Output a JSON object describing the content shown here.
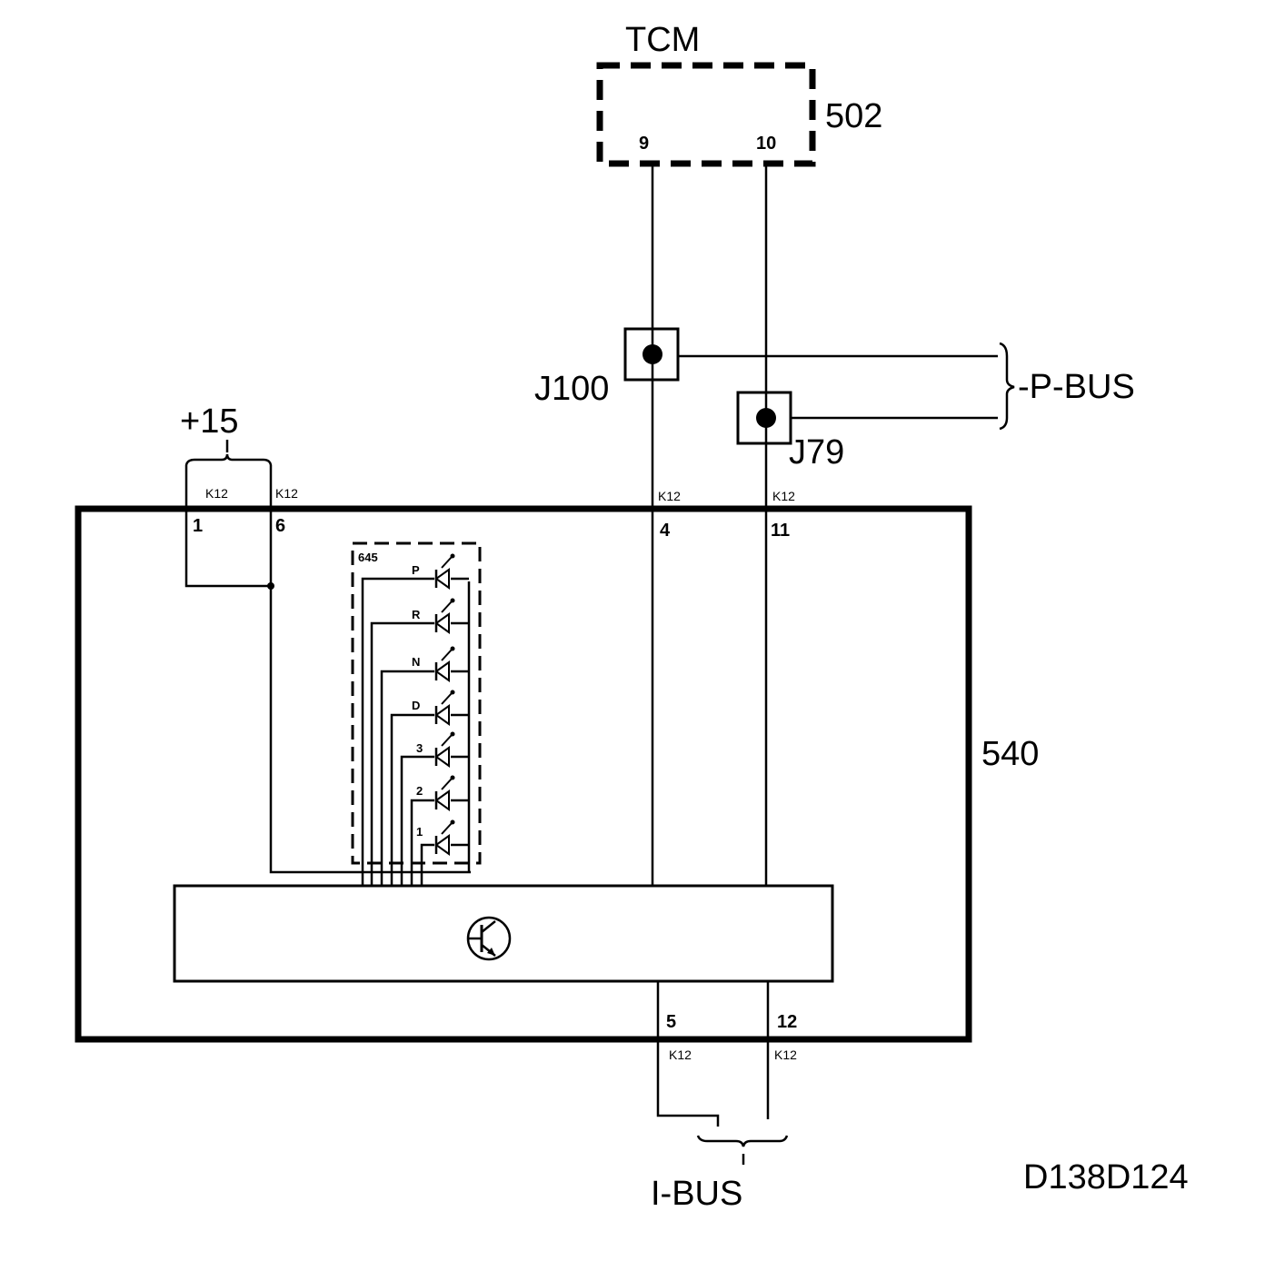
{
  "tcm": {
    "title": "TCM",
    "number": "502",
    "pin_a": "9",
    "pin_b": "10"
  },
  "splices": {
    "j100": "J100",
    "j79": "J79"
  },
  "buses": {
    "p_bus": "-P-BUS",
    "i_bus": "I-BUS"
  },
  "supply": {
    "label": "+15"
  },
  "module": {
    "number": "540"
  },
  "connectors": {
    "top": [
      {
        "name": "K12",
        "pin": "1"
      },
      {
        "name": "K12",
        "pin": "6"
      },
      {
        "name": "K12",
        "pin": "4"
      },
      {
        "name": "K12",
        "pin": "11"
      }
    ],
    "bottom": [
      {
        "name": "K12",
        "pin": "5"
      },
      {
        "name": "K12",
        "pin": "12"
      }
    ]
  },
  "indicator": {
    "number": "645",
    "leds": [
      "P",
      "R",
      "N",
      "D",
      "3",
      "2",
      "1"
    ]
  },
  "figure_id": "D138D124"
}
